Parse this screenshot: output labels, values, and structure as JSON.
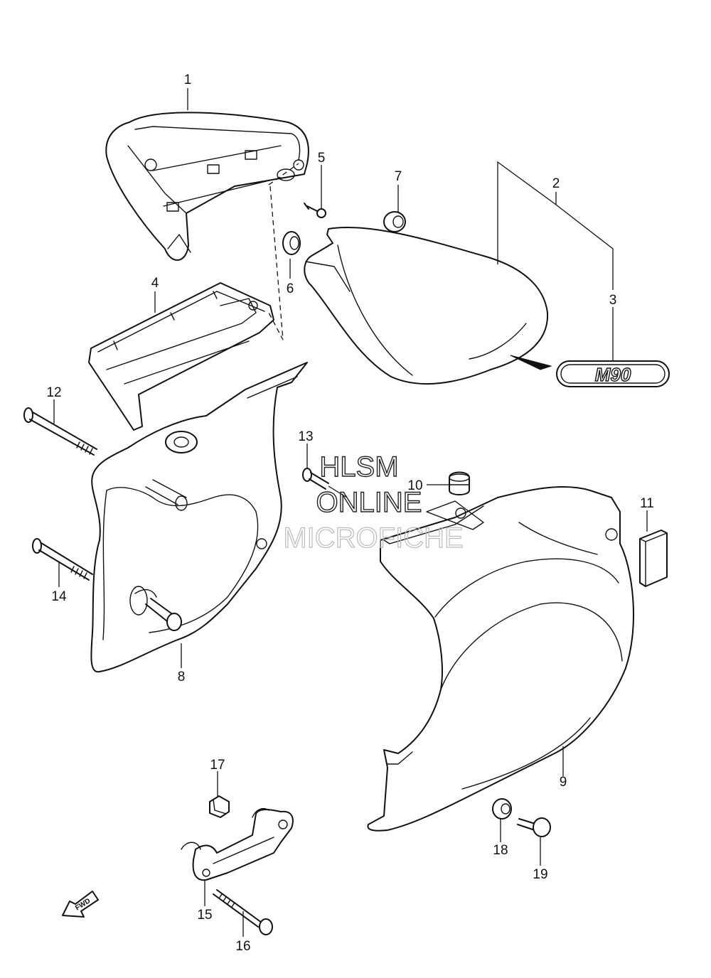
{
  "watermark": {
    "line1": "HLSM",
    "line2": "ONLINE",
    "line3": "MICROFICHE"
  },
  "emblem": {
    "text": "M90"
  },
  "fwd_label": "FWD",
  "callouts": [
    {
      "id": "1",
      "label": "1"
    },
    {
      "id": "2",
      "label": "2"
    },
    {
      "id": "3",
      "label": "3"
    },
    {
      "id": "4",
      "label": "4"
    },
    {
      "id": "5",
      "label": "5"
    },
    {
      "id": "6",
      "label": "6"
    },
    {
      "id": "7",
      "label": "7"
    },
    {
      "id": "8",
      "label": "8"
    },
    {
      "id": "9",
      "label": "9"
    },
    {
      "id": "10",
      "label": "10"
    },
    {
      "id": "11",
      "label": "11"
    },
    {
      "id": "12",
      "label": "12"
    },
    {
      "id": "13",
      "label": "13"
    },
    {
      "id": "14",
      "label": "14"
    },
    {
      "id": "15",
      "label": "15"
    },
    {
      "id": "16",
      "label": "16"
    },
    {
      "id": "17",
      "label": "17"
    },
    {
      "id": "18",
      "label": "18"
    },
    {
      "id": "19",
      "label": "19"
    }
  ]
}
